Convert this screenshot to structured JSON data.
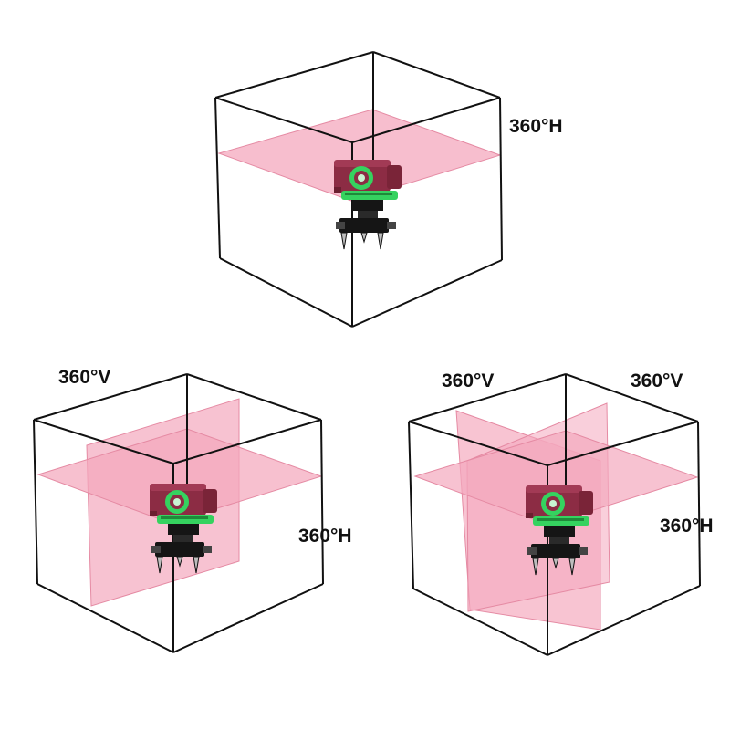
{
  "colors": {
    "plane_fill": "#f4a8bd",
    "plane_edge": "#e58aa3",
    "cube_edge": "#111111",
    "device_body": "#8c2c44",
    "device_green": "#35d25f",
    "device_black": "#151515"
  },
  "icons": [
    "laser-level-device",
    "tripod-base"
  ],
  "panels": [
    {
      "id": "top",
      "planes": [
        "horizontal"
      ],
      "labels": {
        "h": "360°H"
      }
    },
    {
      "id": "bottom-left",
      "planes": [
        "horizontal",
        "vertical"
      ],
      "labels": {
        "v": "360°V",
        "h": "360°H"
      }
    },
    {
      "id": "bottom-right",
      "planes": [
        "horizontal",
        "vertical",
        "vertical"
      ],
      "labels": {
        "v1": "360°V",
        "v2": "360°V",
        "h": "360°H"
      }
    }
  ]
}
